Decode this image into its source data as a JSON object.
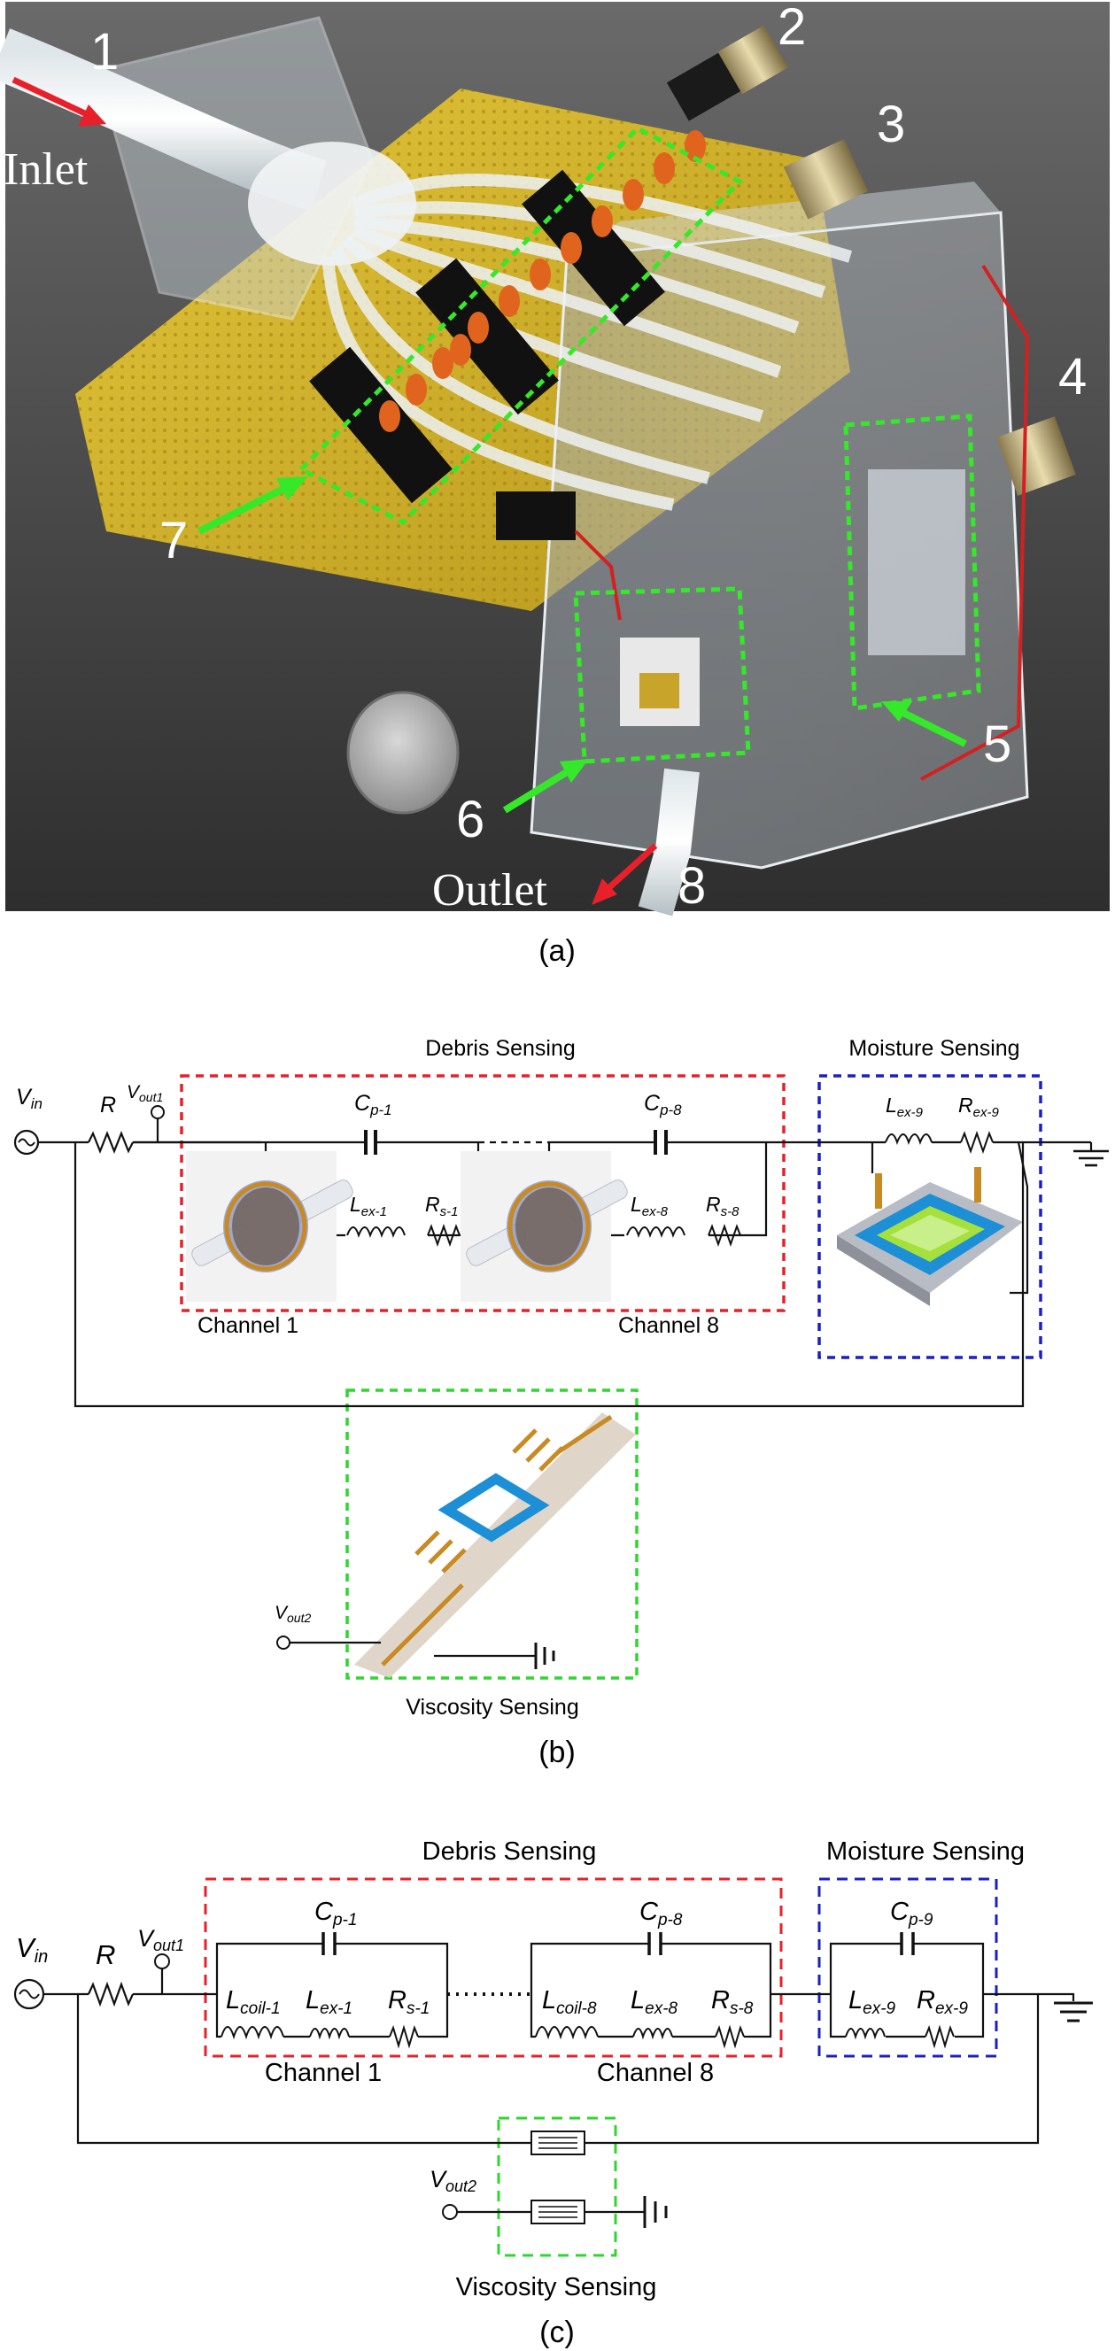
{
  "panel_a": {
    "caption": "(a)",
    "inlet_label": "Inlet",
    "outlet_label": "Outlet",
    "callouts": [
      "1",
      "2",
      "3",
      "4",
      "5",
      "6",
      "7",
      "8"
    ]
  },
  "panel_b": {
    "caption": "(b)",
    "debris_title": "Debris Sensing",
    "moisture_title": "Moisture Sensing",
    "viscosity_title": "Viscosity Sensing",
    "channel_1": "Channel 1",
    "channel_8": "Channel 8",
    "vin": "V",
    "vin_sub": "in",
    "r": "R",
    "vout1": "V",
    "vout1_sub": "out1",
    "vout2": "V",
    "vout2_sub": "out2",
    "cp1": "C",
    "cp1_sub": "p-1",
    "cp8": "C",
    "cp8_sub": "p-8",
    "lex1": "L",
    "lex1_sub": "ex-1",
    "rs1": "R",
    "rs1_sub": "s-1",
    "lex8": "L",
    "lex8_sub": "ex-8",
    "rs8": "R",
    "rs8_sub": "s-8",
    "lex9": "L",
    "lex9_sub": "ex-9",
    "rex9": "R",
    "rex9_sub": "ex-9"
  },
  "panel_c": {
    "caption": "(c)",
    "debris_title": "Debris Sensing",
    "moisture_title": "Moisture Sensing",
    "viscosity_title": "Viscosity Sensing",
    "channel_1": "Channel 1",
    "channel_8": "Channel 8",
    "vin": "V",
    "vin_sub": "in",
    "r": "R",
    "vout1": "V",
    "vout1_sub": "out1",
    "vout2": "V",
    "vout2_sub": "out2",
    "cp1": "C",
    "cp1_sub": "p-1",
    "cp8": "C",
    "cp8_sub": "p-8",
    "cp9": "C",
    "cp9_sub": "p-9",
    "lcoil1": "L",
    "lcoil1_sub": "coil-1",
    "lex1": "L",
    "lex1_sub": "ex-1",
    "rs1": "R",
    "rs1_sub": "s-1",
    "lcoil8": "L",
    "lcoil8_sub": "coil-8",
    "lex8": "L",
    "lex8_sub": "ex-8",
    "rs8": "R",
    "rs8_sub": "s-8",
    "lex9": "L",
    "lex9_sub": "ex-9",
    "rex9": "R",
    "rex9_sub": "ex-9"
  },
  "colors": {
    "debris_box": "#e8202a",
    "moisture_box": "#1b1fc4",
    "viscosity_box": "#2fd62f",
    "arrow_red": "#e8202a",
    "arrow_green": "#35e82a",
    "pcb": "#d6b92c",
    "capacitor": "#e0641e"
  }
}
